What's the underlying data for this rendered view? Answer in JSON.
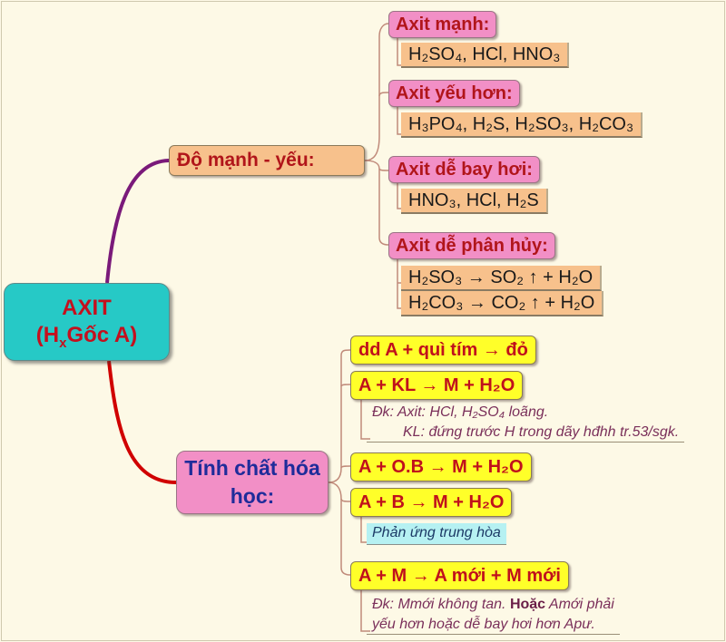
{
  "root": {
    "line1": "AXIT",
    "line2_prefix": "(H",
    "line2_sub": "x",
    "line2_suffix": "Gốc A)"
  },
  "strength": {
    "title": "Độ mạnh - yếu:",
    "groups": [
      {
        "title": "Axit mạnh:",
        "items": [
          "H₂SO₄, HCl, HNO₃"
        ]
      },
      {
        "title": "Axit yếu hơn:",
        "items": [
          "H₃PO₄, H₂S, H₂SO₃, H₂CO₃"
        ]
      },
      {
        "title": "Axit dễ bay hơi:",
        "items": [
          "HNO₃, HCl, H₂S"
        ]
      },
      {
        "title": "Axit dễ phân hủy:",
        "items": [
          "H₂SO₃   →   SO₂ ↑  +   H₂O",
          "H₂CO₃   →   CO₂ ↑  +   H₂O"
        ]
      }
    ]
  },
  "properties": {
    "title": "Tính chất hóa học:",
    "reactions": [
      {
        "text": "dd A   +   quì tím   →   đỏ"
      },
      {
        "text": "A   +   KL   →  M   +  H₂O",
        "notes": [
          "Đk: Axit: HCl, H₂SO₄ loãng.",
          "KL: đứng trước H trong dãy hđhh tr.53/sgk."
        ]
      },
      {
        "text": "A   +   O.B →  M   +  H₂O"
      },
      {
        "text": "A   +    B   →   M +  H₂O",
        "note": "Phản ứng trung hòa"
      },
      {
        "text": "A   + M      →  A mới   +  M mới",
        "notes2": {
          "line1_a": "Đk: Mmới không tan. ",
          "line1_bold": "Hoặc",
          "line1_b": " Amới phải",
          "line2": "yếu hơn hoặc dễ bay hơi hơn Apư."
        }
      }
    ]
  },
  "colors": {
    "background": "#fdf9e6",
    "root": "#26c9c6",
    "pink": "#f28fc6",
    "orange": "#f7c18c",
    "yellow": "#ffff29",
    "cyan": "#b6f1f2",
    "purple_link": "#7a1a7a",
    "red_link": "#d00000",
    "thin_link": "#c08a7a"
  }
}
